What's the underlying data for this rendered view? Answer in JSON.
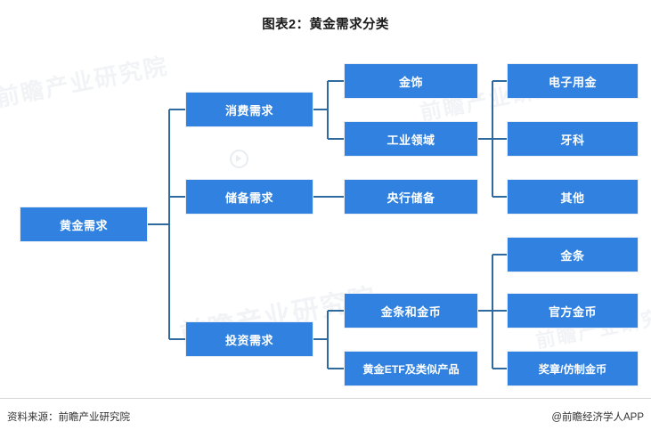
{
  "title": "图表2：黄金需求分类",
  "footer": {
    "source": "资料来源：前瞻产业研究院",
    "credit": "@前瞻经济学人APP"
  },
  "watermark": {
    "text_1": "前瞻产业研究院",
    "text_2": "前瞻产业研究院",
    "text_3": "前瞻产业研究院",
    "text_4": "前瞻产业研究院"
  },
  "colors": {
    "node_fill": "#3182E0",
    "node_text": "#FFFFFF",
    "connector": "#2E6A9E",
    "title_text": "#1A1A1A",
    "background": "#FFFFFF"
  },
  "diagram": {
    "type": "tree",
    "orientation": "left-to-right",
    "levels": 4,
    "root": {
      "id": "gold-demand",
      "label": "黄金需求"
    },
    "level2": [
      {
        "id": "consumer-demand",
        "label": "消费需求"
      },
      {
        "id": "reserve-demand",
        "label": "储备需求"
      },
      {
        "id": "investment-demand",
        "label": "投资需求"
      }
    ],
    "level3": [
      {
        "id": "jewelry",
        "label": "金饰",
        "parent": "consumer-demand"
      },
      {
        "id": "industrial",
        "label": "工业领域",
        "parent": "consumer-demand"
      },
      {
        "id": "central-bank-reserves",
        "label": "央行储备",
        "parent": "reserve-demand"
      },
      {
        "id": "bars-and-coins",
        "label": "金条和金币",
        "parent": "investment-demand"
      },
      {
        "id": "gold-etf",
        "label": "黄金ETF及类似产品",
        "parent": "investment-demand"
      }
    ],
    "level4": [
      {
        "id": "electronics",
        "label": "电子用金",
        "parent": "industrial"
      },
      {
        "id": "dental",
        "label": "牙科",
        "parent": "industrial"
      },
      {
        "id": "other",
        "label": "其他",
        "parent": "industrial"
      },
      {
        "id": "gold-bars",
        "label": "金条",
        "parent": "bars-and-coins"
      },
      {
        "id": "official-coins",
        "label": "官方金币",
        "parent": "bars-and-coins"
      },
      {
        "id": "medals-replica-coins",
        "label": "奖章/仿制金币",
        "parent": "bars-and-coins"
      }
    ]
  }
}
